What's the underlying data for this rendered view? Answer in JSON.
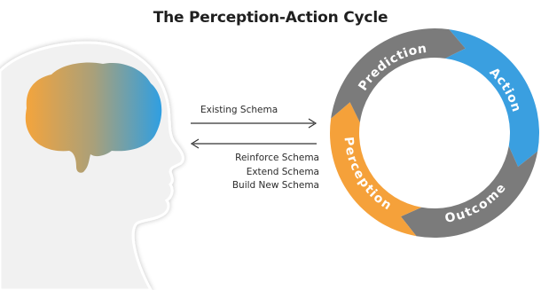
{
  "title": "The Perception-Action Cycle",
  "arrows": {
    "forward_label": "Existing Schema",
    "feedback_labels": [
      "Reinforce Schema",
      "Extend Schema",
      "Build New Schema"
    ]
  },
  "cycle": {
    "segments": [
      {
        "key": "action",
        "label": "Action",
        "color": "#3a9fe0"
      },
      {
        "key": "outcome",
        "label": "Outcome",
        "color": "#7b7b7b"
      },
      {
        "key": "perception",
        "label": "Perception",
        "color": "#f5a13a"
      },
      {
        "key": "prediction",
        "label": "Prediction",
        "color": "#7b7b7b"
      }
    ]
  },
  "colors": {
    "head_fill": "#f1f1f1",
    "head_outline": "#ffffff",
    "brain_left": "#f4a43c",
    "brain_right": "#2f9fe2",
    "arrow": "#333333"
  }
}
